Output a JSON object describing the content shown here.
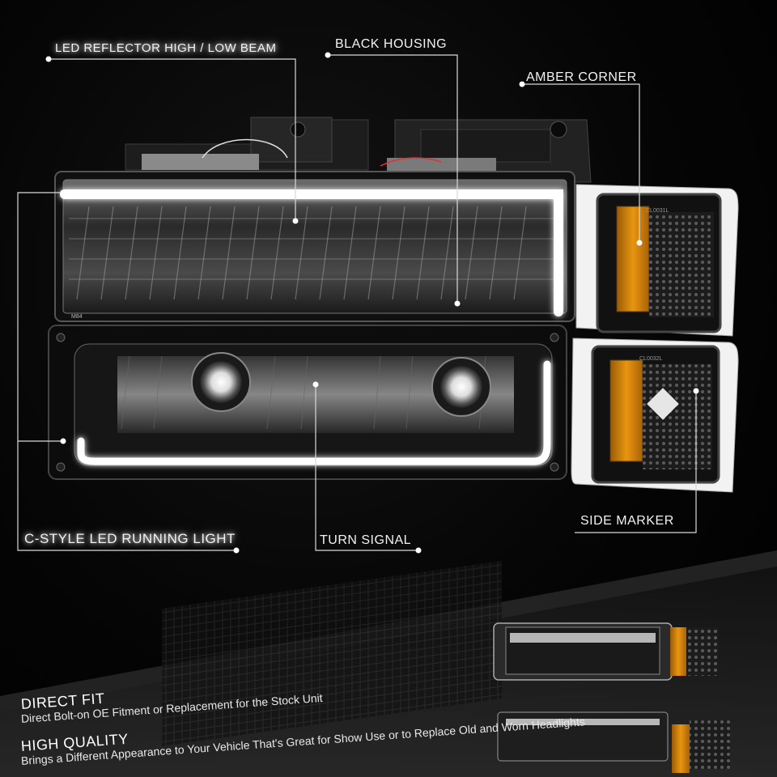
{
  "callouts": {
    "led_reflector": "LED REFLECTOR HIGH / LOW BEAM",
    "black_housing": "BLACK HOUSING",
    "amber_corner": "AMBER CORNER",
    "side_marker": "SIDE MARKER",
    "c_style": "C-STYLE LED RUNNING LIGHT",
    "turn_signal": "TURN SIGNAL"
  },
  "lens_marks": {
    "corner_top": "CL0031L",
    "corner_bottom": "CL0032L",
    "headlight": "M84"
  },
  "features": [
    {
      "title": "DIRECT FIT",
      "text": "Direct Bolt-on OE Fitment or Replacement for the Stock Unit"
    },
    {
      "title": "HIGH QUALITY",
      "text": "Brings a Different Appearance to Your Vehicle That's Great for Show Use or to Replace Old and Worn Headlights"
    }
  ],
  "colors": {
    "background": "#000000",
    "callout_line": "#d9d9d9",
    "amber": "#d88a12",
    "chrome": "#cfcfcf",
    "led_white": "#ffffff"
  }
}
